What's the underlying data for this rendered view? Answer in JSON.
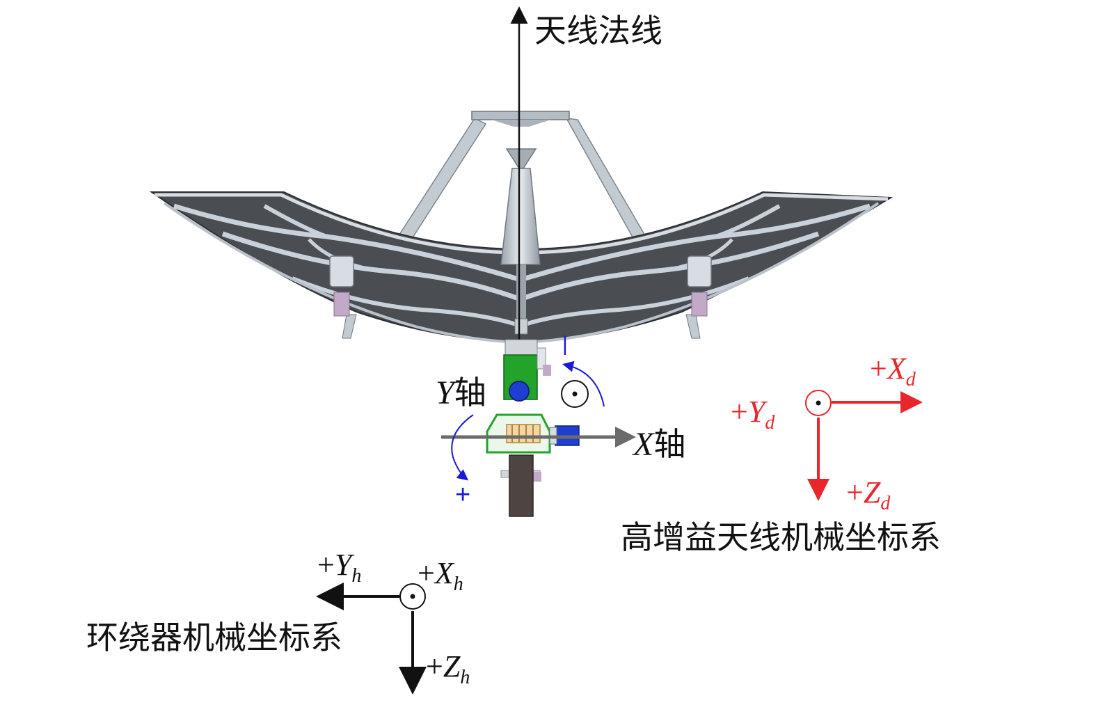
{
  "labels": {
    "antenna_normal": "天线法线",
    "y_axis": {
      "var": "Y",
      "suffix": "轴"
    },
    "x_axis": {
      "var": "X",
      "suffix": "轴"
    },
    "plus_sign": "+",
    "minus_sign": "|",
    "hga_frame": "高增益天线机械坐标系",
    "orbiter_frame": "环绕器机械坐标系"
  },
  "hga_axes": {
    "x": {
      "sign": "+",
      "var": "X",
      "sub": "d"
    },
    "y": {
      "sign": "+",
      "var": "Y",
      "sub": "d"
    },
    "z": {
      "sign": "+",
      "var": "Z",
      "sub": "d"
    }
  },
  "orbiter_axes": {
    "x": {
      "sign": "+",
      "var": "X",
      "sub": "h"
    },
    "y": {
      "sign": "+",
      "var": "Y",
      "sub": "h"
    },
    "z": {
      "sign": "+",
      "var": "Z",
      "sub": "h"
    }
  },
  "colors": {
    "hga_frame": "#e8262c",
    "orbiter_frame": "#111111",
    "rotation_arrows": "#1a1ad8",
    "dish_dark": "#4a4d52",
    "dish_rib": "#c9d2da",
    "gimbal_green": "#22a32a",
    "gimbal_blue": "#1f3fd0"
  }
}
